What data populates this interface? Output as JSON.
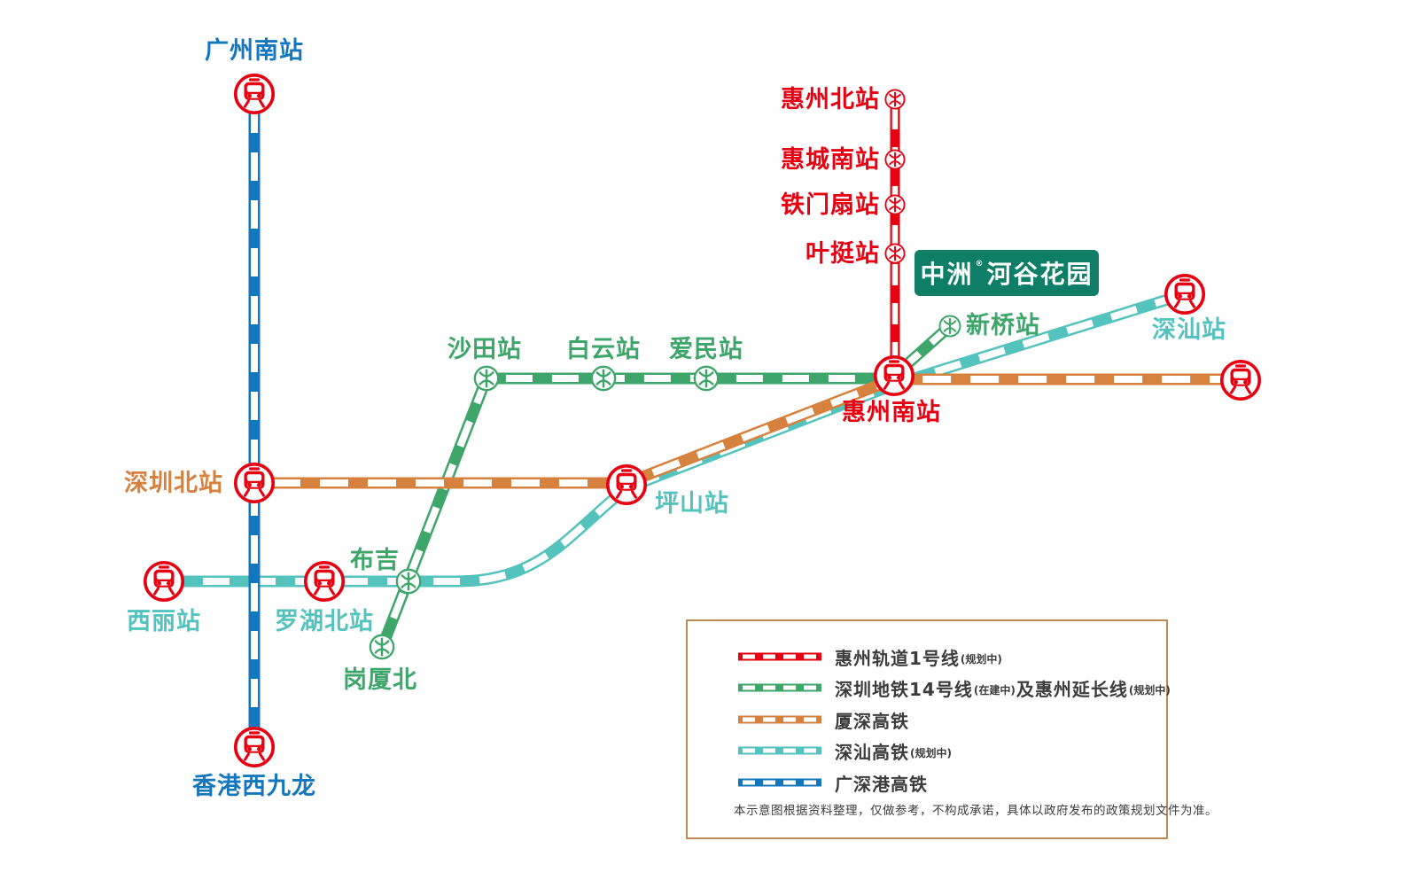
{
  "map": {
    "stations": [
      {
        "name": "广州南站",
        "line_color": "#1477bd"
      },
      {
        "name": "香港西九龙",
        "line_color": "#1477bd"
      },
      {
        "name": "深圳北站",
        "line_color": "#d7813e"
      },
      {
        "name": "西丽站",
        "line_color": "#55c3bd"
      },
      {
        "name": "罗湖北站",
        "line_color": "#55c3bd"
      },
      {
        "name": "坪山站",
        "line_color": "#55c3bd"
      },
      {
        "name": "深汕站",
        "line_color": "#55c3bd"
      },
      {
        "name": "布吉",
        "line_color": "#3ea56b"
      },
      {
        "name": "岗厦北",
        "line_color": "#3ea56b"
      },
      {
        "name": "沙田站",
        "line_color": "#3ea56b"
      },
      {
        "name": "白云站",
        "line_color": "#3ea56b"
      },
      {
        "name": "爱民站",
        "line_color": "#3ea56b"
      },
      {
        "name": "新桥站",
        "line_color": "#3ea56b"
      },
      {
        "name": "惠州北站",
        "line_color": "#e60012"
      },
      {
        "name": "惠城南站",
        "line_color": "#e60012"
      },
      {
        "name": "铁门扇站",
        "line_color": "#e60012"
      },
      {
        "name": "叶挺站",
        "line_color": "#e60012"
      },
      {
        "name": "惠州南站",
        "line_color": "#e60012"
      }
    ],
    "logo": {
      "left": "中洲",
      "mark": "®",
      "right": "河谷花园"
    }
  },
  "legend": {
    "items": [
      {
        "label": "惠州轨道1号线",
        "note": "(规划中)",
        "color": "#e60012"
      },
      {
        "label": "深圳地铁14号线",
        "note": "(在建中)",
        "label2": "及惠州延长线",
        "note2": "(规划中)",
        "color": "#3ea56b"
      },
      {
        "label": "厦深高铁",
        "color": "#d7813e"
      },
      {
        "label": "深汕高铁",
        "note": "(规划中)",
        "color": "#55c3bd"
      },
      {
        "label": "广深港高铁",
        "color": "#1477bd"
      }
    ],
    "disclaimer": "本示意图根据资料整理，仅做参考，不构成承诺，具体以政府发布的政策规划文件为准。"
  },
  "colors": {
    "huizhou_rail_1": "#e60012",
    "shenzhen_metro_14": "#3ea56b",
    "xiashen_hsr": "#d7813e",
    "shenshan_hsr": "#55c3bd",
    "guangshengang_hsr": "#1477bd",
    "logo_bg": "#0e7f66",
    "legend_border": "#bd8a58",
    "legend_text": "#3c3c3c"
  }
}
